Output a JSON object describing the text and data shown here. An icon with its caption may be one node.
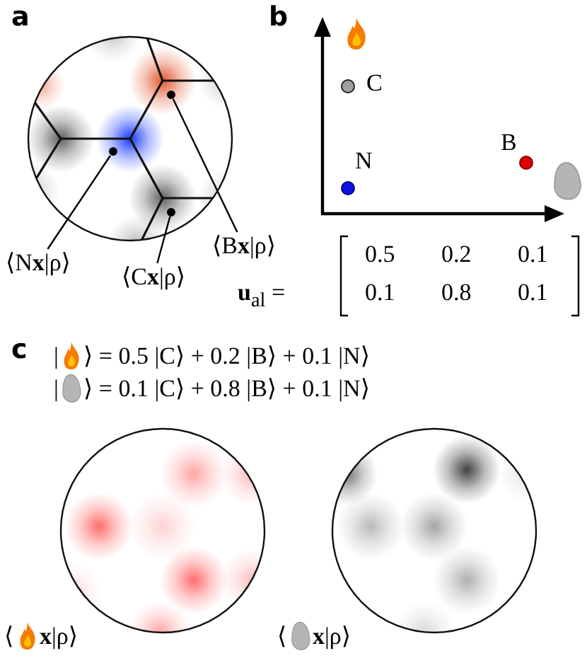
{
  "diagram": {
    "nodes": [
      {
        "text": [
          "⟨N**x**|ρ⟩"
        ]
      },
      {
        "text": [],
        "shape": "circle"
      },
      {
        "text": [
          "⟨C**x**|ρ⟩"
        ]
      },
      {
        "text": [],
        "shape": "circle"
      },
      {
        "text": [
          "⟨B**x**|ρ⟩"
        ]
      },
      {
        "text": [],
        "shape": "circle"
      },
      {
        "text": [],
        "shape": "circle",
        "beside": [
          "C"
        ]
      },
      {
        "text": [],
        "shape": "circle",
        "beside": [
          "N"
        ]
      },
      {
        "text": [],
        "shape": "circle",
        "beside": [
          "B"
        ]
      }
    ],
    "edges": [
      {
        "from": 0,
        "to": 1,
        "arrow": "none"
      },
      {
        "from": 2,
        "to": 3,
        "arrow": "none"
      },
      {
        "from": 4,
        "to": 5,
        "arrow": "none"
      }
    ],
    "labels": [
      "a",
      "b",
      "**u**$_{al}$ =",
      "0.5",
      "0.2",
      "0.1",
      "0.1",
      "0.8",
      "0.1",
      "c",
      "|",
      "⟩ = 0.5 |C⟩ + 0.2 |B⟩ + 0.1 |N⟩",
      "|",
      "⟩ = 0.1 |C⟩ + 0.8 |B⟩ + 0.1 |N⟩",
      "⟨",
      "**x**|ρ⟩",
      "⟨",
      "**x**|ρ⟩"
    ]
  }
}
